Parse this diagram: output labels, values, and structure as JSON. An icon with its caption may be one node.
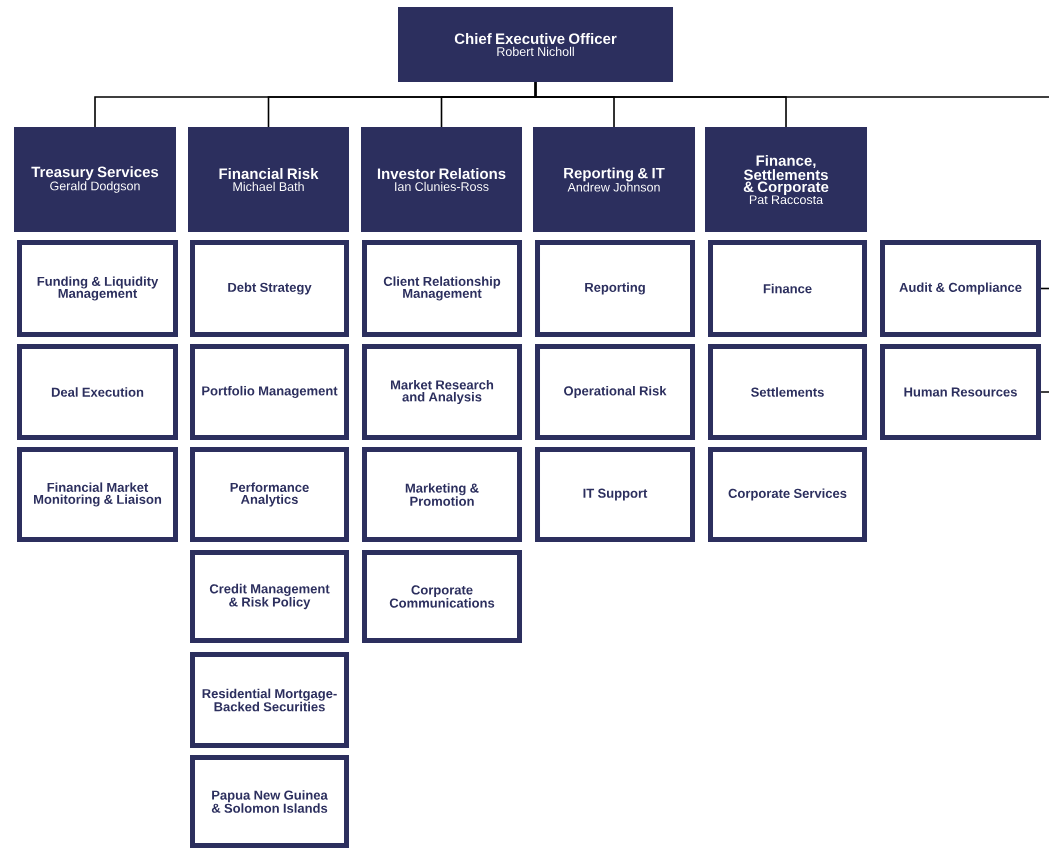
{
  "diagram": {
    "nodes": [
      {
        "text": [
          "Chief Executive Officer",
          "Robert Nicholl"
        ]
      },
      {
        "text": [
          "Treasury Services",
          "Gerald Dodgson"
        ]
      },
      {
        "text": [
          "Financial Risk",
          "Michael Bath"
        ]
      },
      {
        "text": [
          "Investor Relations",
          "Ian Clunies-Ross"
        ]
      },
      {
        "text": [
          "Reporting & IT",
          "Andrew Johnson"
        ]
      },
      {
        "text": [
          "Finance, Settlements & Corporate",
          "Pat Raccosta"
        ]
      },
      {
        "text": [
          "Funding & Liquidity Management"
        ]
      },
      {
        "text": [
          "Deal Execution"
        ]
      },
      {
        "text": [
          "Financial Market Monitoring & Liaison"
        ]
      },
      {
        "text": [
          "Debt Strategy"
        ]
      },
      {
        "text": [
          "Portfolio Management"
        ]
      },
      {
        "text": [
          "Performance Analytics"
        ]
      },
      {
        "text": [
          "Credit Management & Risk Policy"
        ]
      },
      {
        "text": [
          "Residential Mortgage-Backed Securities"
        ]
      },
      {
        "text": [
          "Papua New Guinea & Solomon Islands"
        ]
      },
      {
        "text": [
          "Client Relationship Management"
        ]
      },
      {
        "text": [
          "Market Research and Analysis"
        ]
      },
      {
        "text": [
          "Marketing & Promotion"
        ]
      },
      {
        "text": [
          "Corporate Communications"
        ]
      },
      {
        "text": [
          "Reporting"
        ]
      },
      {
        "text": [
          "Operational Risk"
        ]
      },
      {
        "text": [
          "IT Support"
        ]
      },
      {
        "text": [
          "Finance"
        ]
      },
      {
        "text": [
          "Settlements"
        ]
      },
      {
        "text": [
          "Corporate Services"
        ]
      },
      {
        "text": [
          "Audit & Compliance"
        ]
      },
      {
        "text": [
          "Human Resources"
        ]
      }
    ],
    "edges": [
      {
        "from": 0,
        "to": 1,
        "arrow": "none"
      },
      {
        "from": 0,
        "to": 2,
        "arrow": "none"
      },
      {
        "from": 0,
        "to": 3,
        "arrow": "none"
      },
      {
        "from": 0,
        "to": 4,
        "arrow": "none"
      },
      {
        "from": 0,
        "to": 5,
        "arrow": "none"
      },
      {
        "from": 0,
        "to": null,
        "arrow": "none"
      },
      {
        "from": null,
        "to": 25,
        "arrow": "none"
      },
      {
        "from": null,
        "to": 26,
        "arrow": "none"
      }
    ]
  }
}
